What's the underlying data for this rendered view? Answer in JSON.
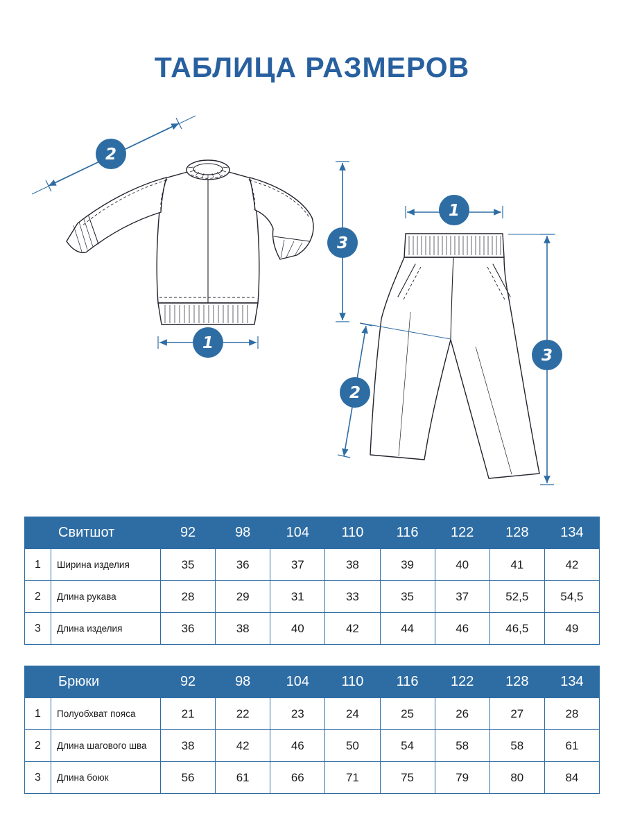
{
  "title": "ТАБЛИЦА РАЗМЕРОВ",
  "diagram": {
    "markers": [
      "1",
      "2",
      "3"
    ]
  },
  "tables": [
    {
      "id": "sweatshirt",
      "name": "Свитшот",
      "sizes": [
        "92",
        "98",
        "104",
        "110",
        "116",
        "122",
        "128",
        "134"
      ],
      "rows": [
        {
          "num": "1",
          "label": "Ширина изделия",
          "values": [
            "35",
            "36",
            "37",
            "38",
            "39",
            "40",
            "41",
            "42"
          ]
        },
        {
          "num": "2",
          "label": "Длина рукава",
          "values": [
            "28",
            "29",
            "31",
            "33",
            "35",
            "37",
            "52,5",
            "54,5"
          ]
        },
        {
          "num": "3",
          "label": "Длина изделия",
          "values": [
            "36",
            "38",
            "40",
            "42",
            "44",
            "46",
            "46,5",
            "49"
          ]
        }
      ]
    },
    {
      "id": "pants",
      "name": "Брюки",
      "sizes": [
        "92",
        "98",
        "104",
        "110",
        "116",
        "122",
        "128",
        "134"
      ],
      "rows": [
        {
          "num": "1",
          "label": "Полуобхват пояса",
          "values": [
            "21",
            "22",
            "23",
            "24",
            "25",
            "26",
            "27",
            "28"
          ]
        },
        {
          "num": "2",
          "label": "Длина шагового шва",
          "values": [
            "38",
            "42",
            "46",
            "50",
            "54",
            "58",
            "58",
            "61"
          ]
        },
        {
          "num": "3",
          "label": "Длина боюк",
          "values": [
            "56",
            "61",
            "66",
            "71",
            "75",
            "79",
            "80",
            "84"
          ]
        }
      ]
    }
  ],
  "colors": {
    "accent": "#2e6da4",
    "title": "#28609f",
    "ink": "#23232e"
  }
}
